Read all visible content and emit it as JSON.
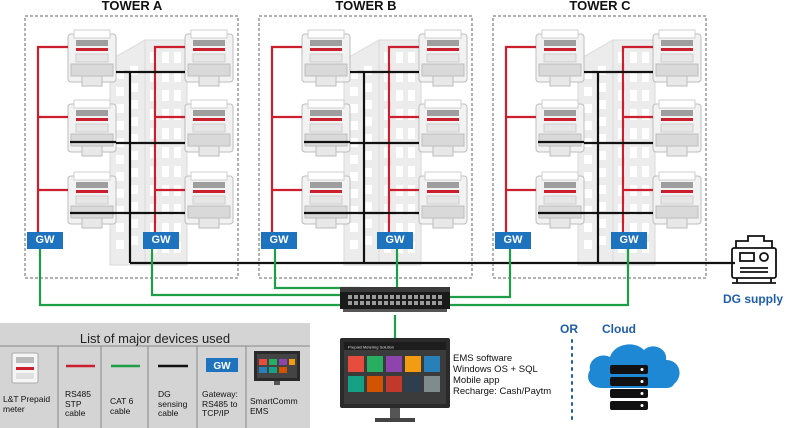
{
  "towers": [
    {
      "name": "TOWER A"
    },
    {
      "name": "TOWER B"
    },
    {
      "name": "TOWER C"
    }
  ],
  "gateway_label": "GW",
  "dg_supply_label": "DG supply",
  "or_label": "OR",
  "cloud_label": "Cloud",
  "ems": {
    "lines": [
      "EMS software",
      "Windows OS + SQL",
      "Mobile app",
      "Recharge: Cash/Paytm"
    ],
    "screen_title": "Prepaid Metering Solution"
  },
  "legend": {
    "title": "List of major devices used",
    "items": [
      {
        "label_lines": [
          "L&T Prepaid",
          "meter"
        ]
      },
      {
        "label_lines": [
          "RS485",
          "STP",
          "cable"
        ]
      },
      {
        "label_lines": [
          "CAT 6",
          "cable"
        ]
      },
      {
        "label_lines": [
          "DG",
          "sensing",
          "cable"
        ]
      },
      {
        "label_lines": [
          "Gateway:",
          "RS485 to",
          "TCP/IP"
        ]
      },
      {
        "label_lines": [
          "SmartComm",
          "EMS"
        ]
      }
    ]
  },
  "colors": {
    "rs485": "#cc1f2e",
    "cat6": "#1e9e46",
    "dg_sensing": "#111111",
    "gateway": "#1e73be",
    "cloud": "#1e88d4"
  }
}
